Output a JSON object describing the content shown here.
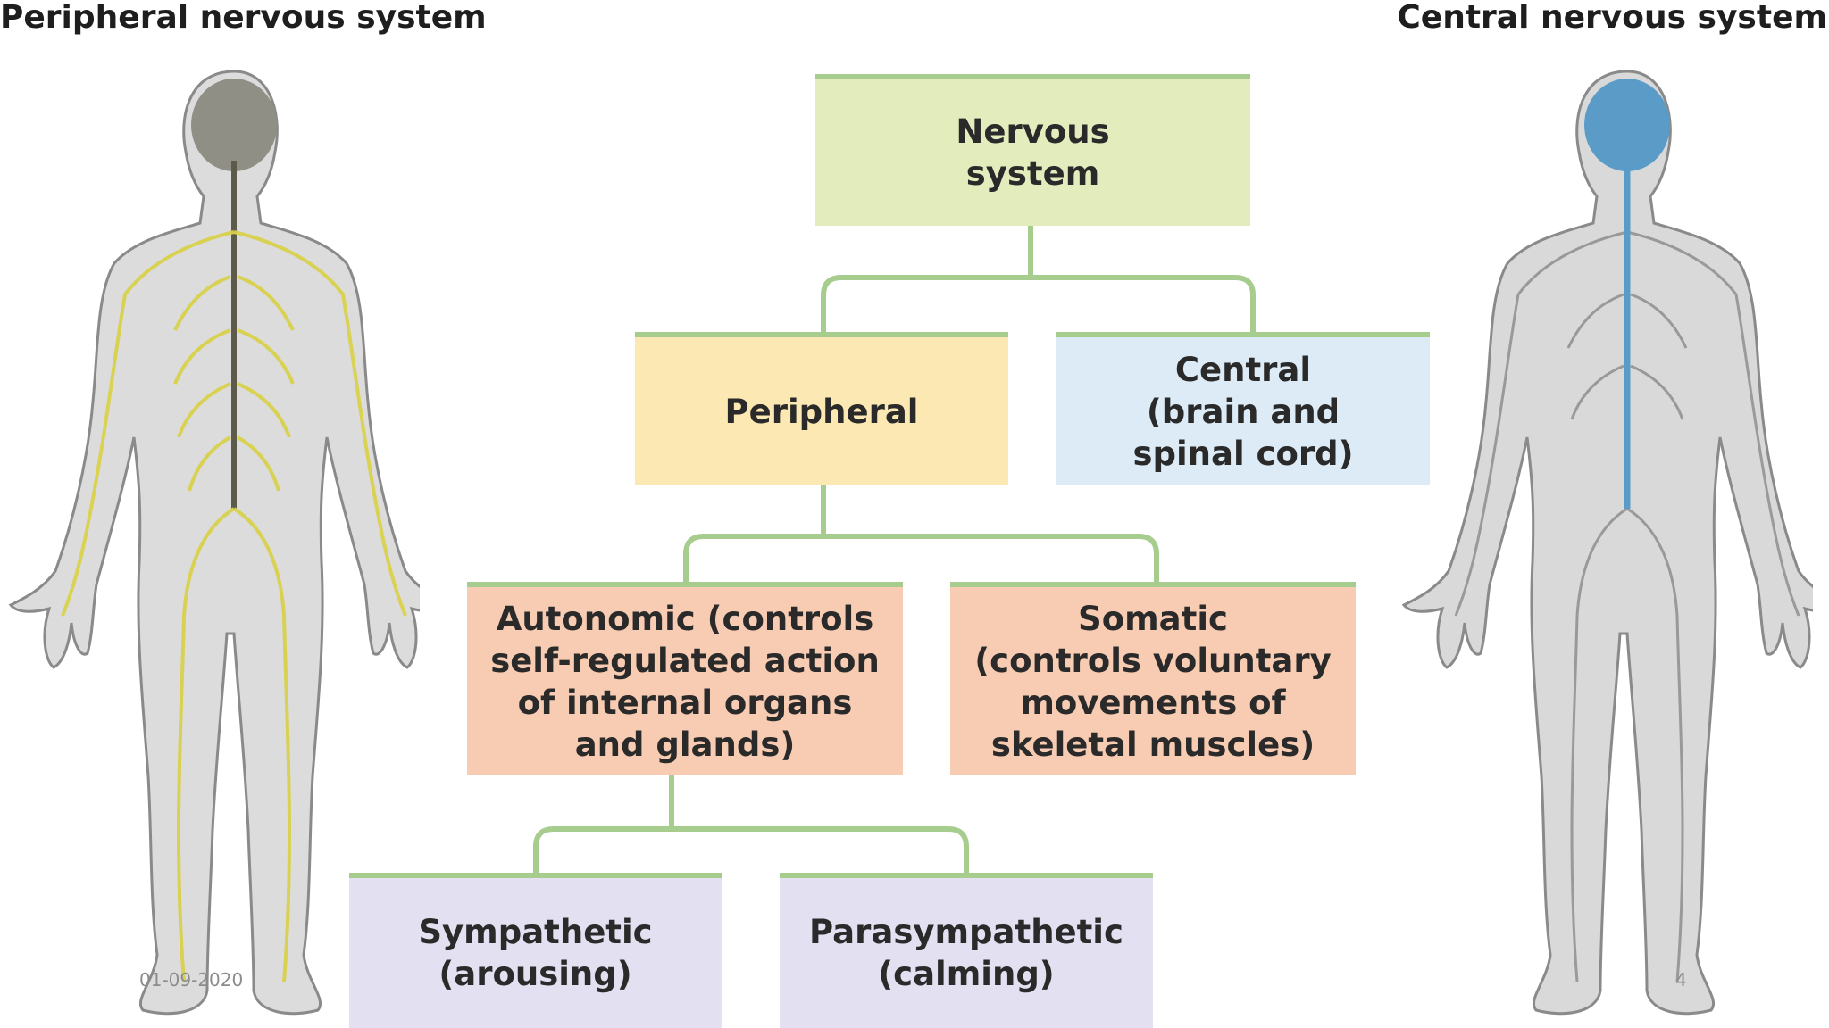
{
  "headings": {
    "left": "Peripheral nervous system",
    "right": "Central nervous system"
  },
  "tree": {
    "root": "Nervous\nsystem",
    "peripheral": "Peripheral",
    "central": "Central\n(brain and\nspinal cord)",
    "autonomic": "Autonomic (controls\nself-regulated action\nof internal organs\nand glands)",
    "somatic": "Somatic\n(controls voluntary\nmovements of\nskeletal muscles)",
    "sympathetic": "Sympathetic\n(arousing)",
    "parasympathetic": "Parasympathetic\n(calming)"
  },
  "colors": {
    "root": "#e2ecbc",
    "peripheral": "#fbe8b3",
    "central": "#dcebf6",
    "autonomic_somatic": "#f8ccb3",
    "sympathetic_parasympathetic": "#e2e0f1",
    "connector": "#a6cc8e",
    "peripheral_nerves": "#d8d14a",
    "central_nerves": "#5b9bc7"
  },
  "figures": {
    "left": "body figure with yellow peripheral nerves",
    "right": "body figure with blue brain and spinal cord"
  },
  "footer": {
    "date": "01-09-2020",
    "page": "4"
  }
}
